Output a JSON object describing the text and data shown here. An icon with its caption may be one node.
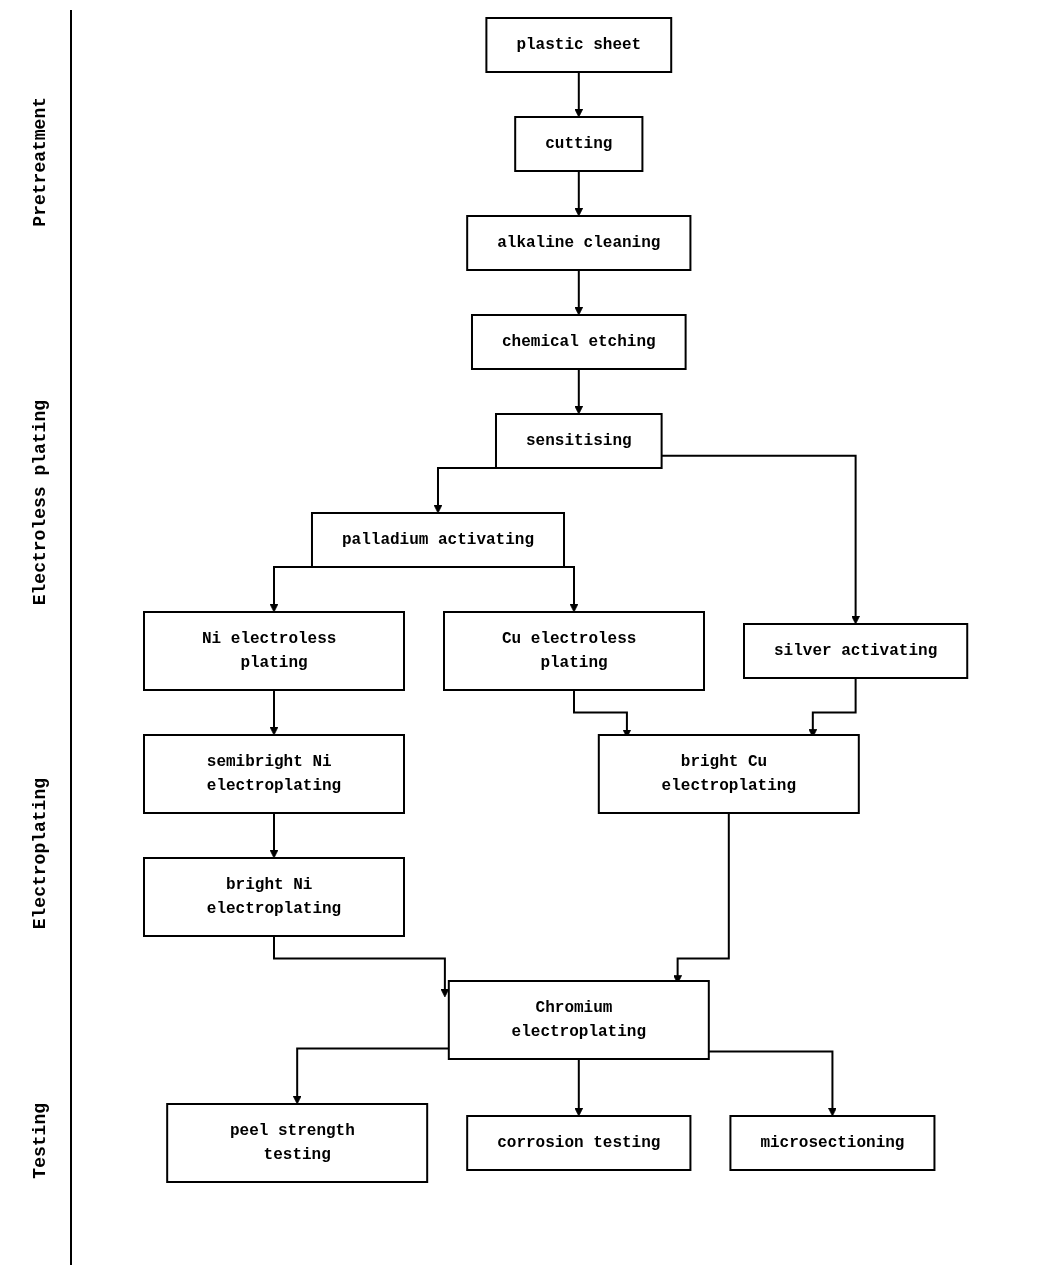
{
  "diagram": {
    "nodes": [
      {
        "text": [
          "plastic sheet"
        ]
      },
      {
        "text": [
          "cutting"
        ]
      },
      {
        "text": [
          "alkaline cleaning"
        ]
      },
      {
        "text": [
          "chemical etching"
        ]
      },
      {
        "text": [
          "sensitising"
        ]
      },
      {
        "text": [
          "palladium activating"
        ]
      },
      {
        "text": [
          "silver activating"
        ]
      },
      {
        "text": [
          "Ni electroless plating"
        ]
      },
      {
        "text": [
          "Cu electroless plating"
        ]
      },
      {
        "text": [
          "semibright Ni electroplating"
        ]
      },
      {
        "text": [
          "bright Cu electroplating"
        ]
      },
      {
        "text": [
          "bright Ni electroplating"
        ]
      },
      {
        "text": [
          "Chromium electroplating"
        ]
      },
      {
        "text": [
          "peel strength testing"
        ]
      },
      {
        "text": [
          "corrosion testing"
        ]
      },
      {
        "text": [
          "microsectioning"
        ]
      }
    ],
    "edges": [
      {
        "from": 0,
        "to": 1,
        "arrow": "to"
      },
      {
        "from": 1,
        "to": 2,
        "arrow": "to"
      },
      {
        "from": 2,
        "to": 3,
        "arrow": "to"
      },
      {
        "from": 3,
        "to": 4,
        "arrow": "to"
      },
      {
        "from": 4,
        "to": 5,
        "arrow": "to"
      },
      {
        "from": 4,
        "to": 6,
        "arrow": "to"
      },
      {
        "from": 5,
        "to": 7,
        "arrow": "to"
      },
      {
        "from": 5,
        "to": 8,
        "arrow": "to"
      },
      {
        "from": 7,
        "to": 9,
        "arrow": "to"
      },
      {
        "from": 8,
        "to": 10,
        "arrow": "to"
      },
      {
        "from": 6,
        "to": 10,
        "arrow": "to"
      },
      {
        "from": 9,
        "to": 11,
        "arrow": "to"
      },
      {
        "from": 11,
        "to": 12,
        "arrow": "to"
      },
      {
        "from": 10,
        "to": 12,
        "arrow": "to"
      },
      {
        "from": 12,
        "to": 13,
        "arrow": "to"
      },
      {
        "from": 12,
        "to": 14,
        "arrow": "to"
      },
      {
        "from": 12,
        "to": 15,
        "arrow": "to"
      }
    ],
    "labels": [
      "Pretreatment",
      "Electroless plating",
      "Electroplating",
      "Testing"
    ]
  }
}
